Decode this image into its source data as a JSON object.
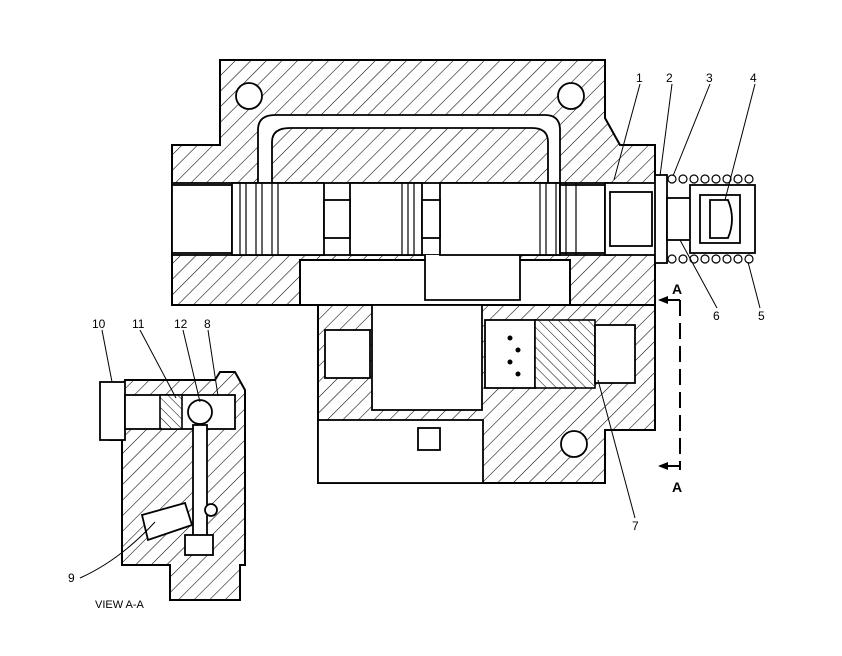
{
  "callouts": {
    "c1": "1",
    "c2": "2",
    "c3": "3",
    "c4": "4",
    "c5": "5",
    "c6": "6",
    "c7": "7",
    "c8": "8",
    "c9": "9",
    "c10": "10",
    "c11": "11",
    "c12": "12"
  },
  "section": {
    "top_letter": "A",
    "bottom_letter": "A"
  },
  "view_label": "VIEW A-A"
}
